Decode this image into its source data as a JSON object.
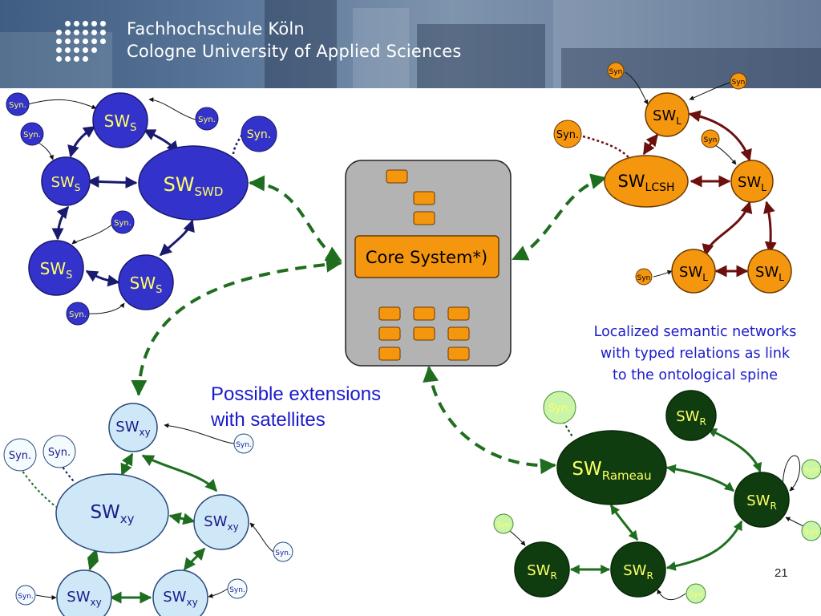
{
  "header": {
    "title_line1": "Fachhochschule Köln",
    "title_line2": "Cologne University of Applied Sciences"
  },
  "core": {
    "label": "Core System*)"
  },
  "captions": {
    "localized": [
      "Localized semantic networks",
      "with typed relations as link",
      "to the ontological spine"
    ],
    "extensions": [
      "Possible extensions",
      "with satellites"
    ]
  },
  "labels": {
    "sw": "SW",
    "syn": "Syn.",
    "syn_short": "Syn",
    "sub_s": "S",
    "sub_swd": "SWD",
    "sub_l": "L",
    "sub_lcsh": "LCSH",
    "sub_xy": "xy",
    "sub_r": "R",
    "sub_rameau": "Rameau"
  },
  "colors": {
    "swd_fill": "#3333cc",
    "swd_text": "#ffff66",
    "lcsh_fill": "#f5960f",
    "lcsh_link": "#6b0f0f",
    "xy_fill": "#cfe8f8",
    "xy_text": "#1a1a8a",
    "rameau_fill": "#0f3d0f",
    "rameau_text": "#ffff66",
    "rameau_syn_fill": "#c8f5a8",
    "core_fill": "#b3b3b3",
    "core_accent": "#f5960f",
    "dashed_link": "#1f6e1f",
    "caption_blue": "#1a1acc"
  },
  "page_number": "21"
}
